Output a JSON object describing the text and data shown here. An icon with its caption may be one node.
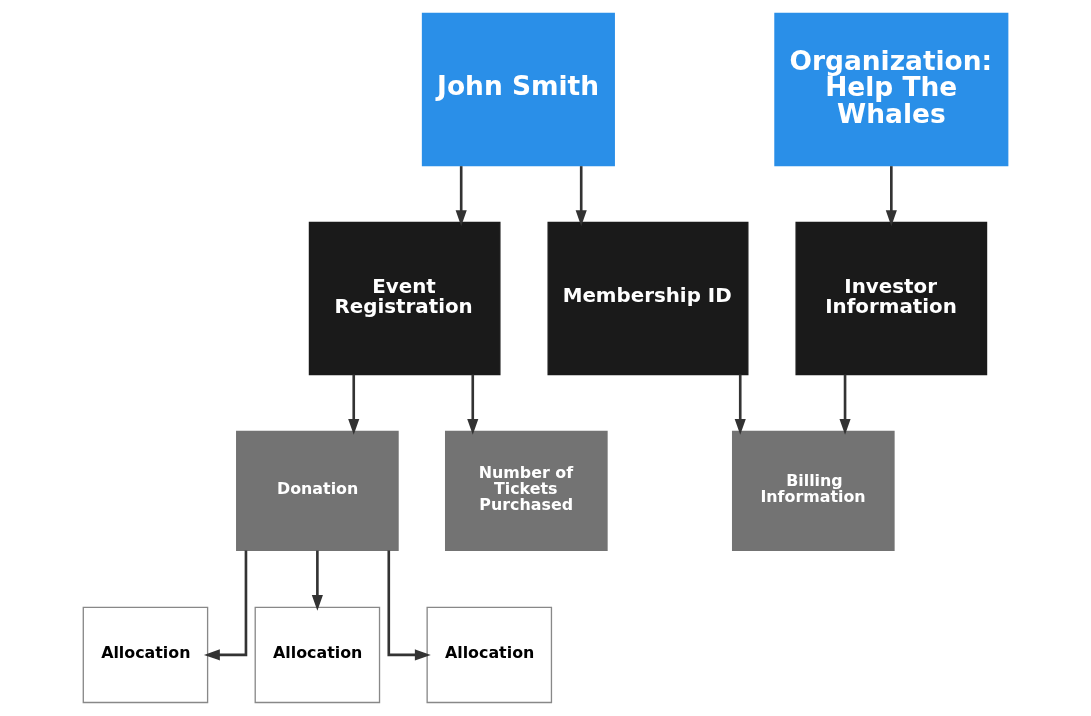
{
  "diagram": {
    "nodes": [
      {
        "text": [
          "John Smith"
        ]
      },
      {
        "text": [
          "Organization: Help The Whales"
        ]
      },
      {
        "text": [
          "Event Registration"
        ]
      },
      {
        "text": [
          "Membership ID"
        ]
      },
      {
        "text": [
          "Investor Information"
        ]
      },
      {
        "text": [
          "Donation"
        ]
      },
      {
        "text": [
          "Number of Tickets Purchased"
        ]
      },
      {
        "text": [
          "Billing Information"
        ]
      },
      {
        "text": [
          "Allocation"
        ]
      },
      {
        "text": [
          "Allocation"
        ]
      },
      {
        "text": [
          "Allocation"
        ]
      }
    ],
    "edges": [
      {
        "from": 0,
        "to": 2,
        "arrow": "to"
      },
      {
        "from": 0,
        "to": 3,
        "arrow": "to"
      },
      {
        "from": 1,
        "to": 4,
        "arrow": "to"
      },
      {
        "from": 2,
        "to": 5,
        "arrow": "to"
      },
      {
        "from": 2,
        "to": 6,
        "arrow": "to"
      },
      {
        "from": 3,
        "to": 7,
        "arrow": "to"
      },
      {
        "from": 4,
        "to": 7,
        "arrow": "to"
      },
      {
        "from": 5,
        "to": 8,
        "arrow": "to"
      },
      {
        "from": 5,
        "to": 9,
        "arrow": "to"
      },
      {
        "from": 5,
        "to": 10,
        "arrow": "to"
      }
    ]
  }
}
